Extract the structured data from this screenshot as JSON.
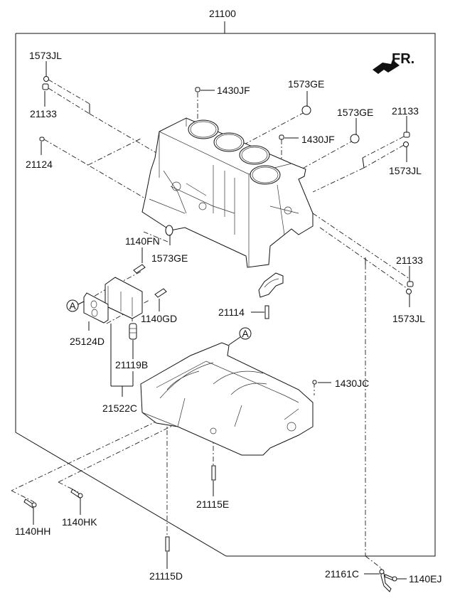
{
  "diagram": {
    "title_part": "21100",
    "orientation_label": "FR.",
    "reference_marker": "A",
    "parts": {
      "p_1573JL_tl": "1573JL",
      "p_21133_tl": "21133",
      "p_21124": "21124",
      "p_1430JF_top": "1430JF",
      "p_1573GE_top": "1573GE",
      "p_1573GE_mid": "1573GE",
      "p_1430JF_mid": "1430JF",
      "p_21133_tr": "21133",
      "p_1573JL_tr": "1573JL",
      "p_1140FN": "1140FN",
      "p_1573GE_low": "1573GE",
      "p_1140GD": "1140GD",
      "p_25124D": "25124D",
      "p_21119B": "21119B",
      "p_21522C": "21522C",
      "p_21114": "21114",
      "p_21133_r": "21133",
      "p_1573JL_r": "1573JL",
      "p_1430JC": "1430JC",
      "p_21115E": "21115E",
      "p_1140HH": "1140HH",
      "p_1140HK": "1140HK",
      "p_21115D": "21115D",
      "p_21161C": "21161C",
      "p_1140EJ": "1140EJ"
    }
  }
}
